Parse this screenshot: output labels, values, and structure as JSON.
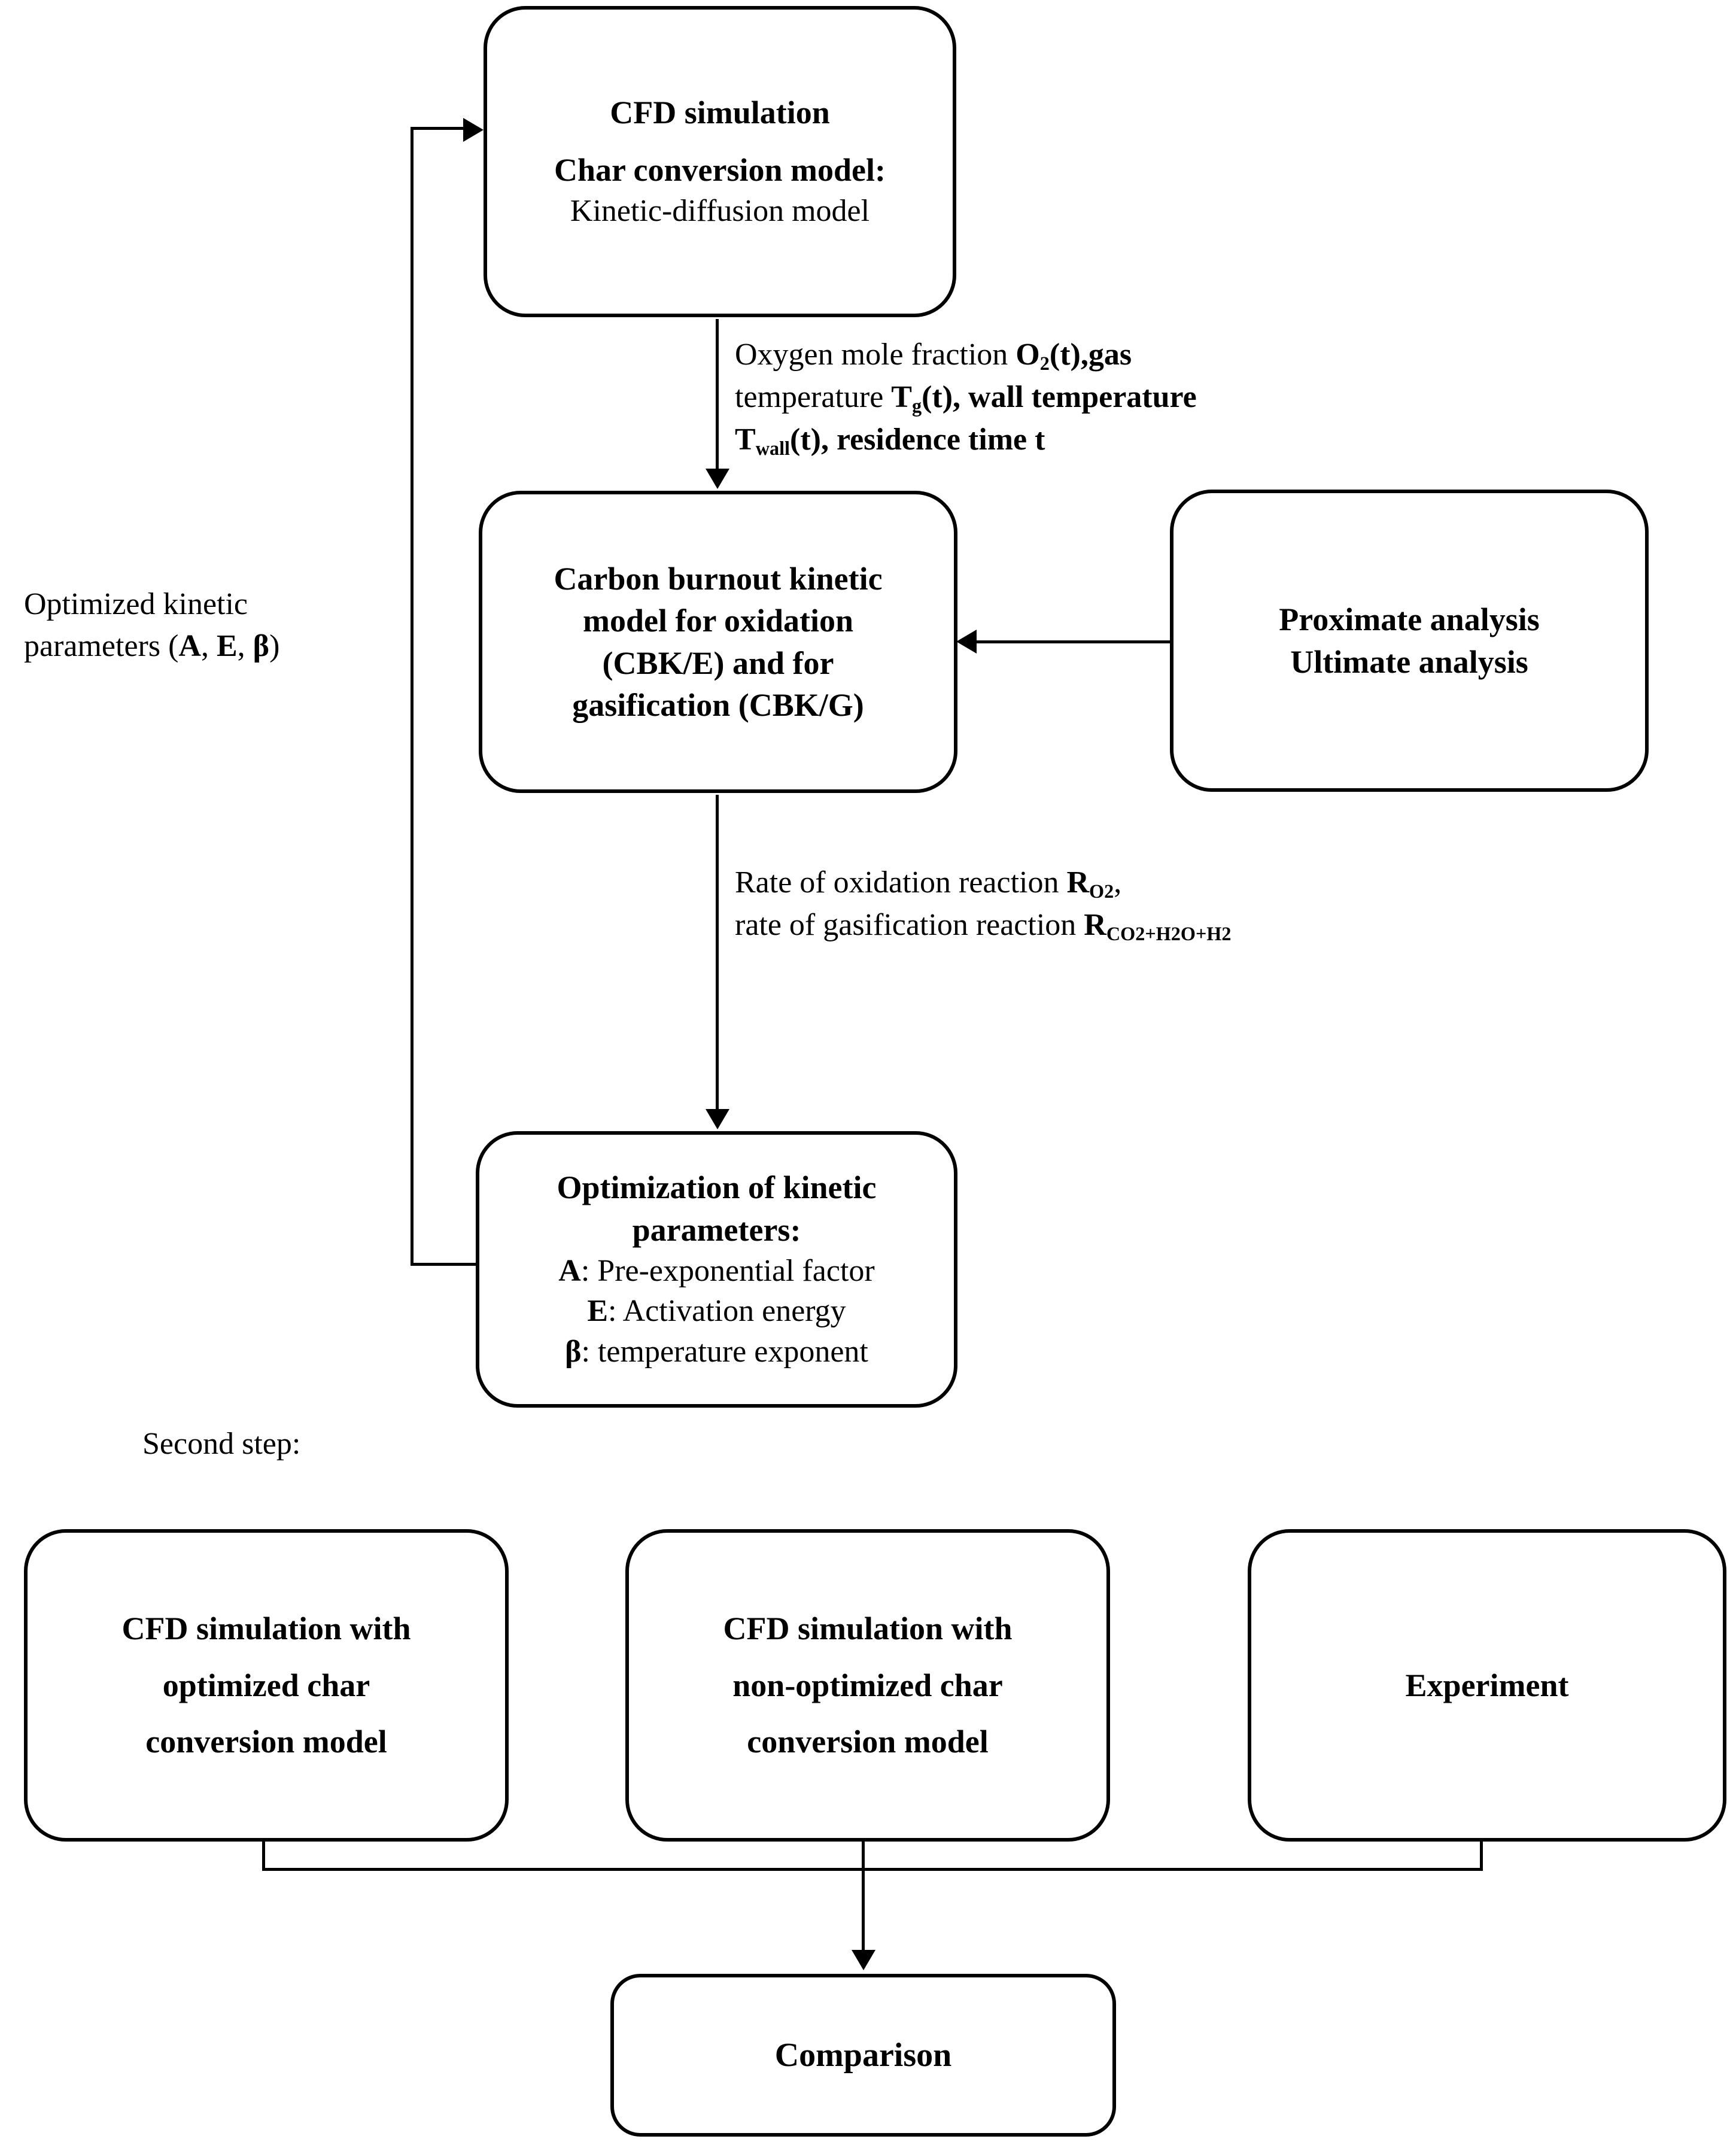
{
  "diagram": {
    "title": "Two-step CFD char conversion kinetic optimization workflow",
    "stroke_color": "#000000",
    "background_color": "#ffffff"
  },
  "nodes": {
    "cfd_simulation": {
      "line1": "CFD simulation",
      "line2": "Char conversion model:",
      "line3": "Kinetic-diffusion model"
    },
    "carbon_burnout": {
      "line1": "Carbon burnout kinetic",
      "line2": "model for oxidation",
      "line3": "(CBK/E) and for",
      "line4": "gasification (CBK/G)"
    },
    "analysis": {
      "line1": "Proximate analysis",
      "line2": "Ultimate analysis"
    },
    "optimization": {
      "line1": "Optimization of kinetic",
      "line2": "parameters:",
      "param_a_symbol": "A",
      "param_a_text": ": Pre-exponential factor",
      "param_e_symbol": "E",
      "param_e_text": ": Activation energy",
      "param_b_symbol": "β",
      "param_b_text": ": temperature exponent"
    },
    "cfd_optimized": {
      "line1": "CFD simulation with",
      "line2": "optimized char",
      "line3": "conversion model"
    },
    "cfd_non_optimized": {
      "line1": "CFD simulation with",
      "line2": "non-optimized char",
      "line3": "conversion model"
    },
    "experiment": {
      "line1": "Experiment"
    },
    "comparison": {
      "line1": "Comparison"
    }
  },
  "labels": {
    "feedback": {
      "line1": "Optimized kinetic",
      "line2_pre": "parameters (",
      "line2_a": "A",
      "line2_sep1": ", ",
      "line2_e": "E",
      "line2_sep2": ", ",
      "line2_b": "β",
      "line2_post": ")"
    },
    "cfd_to_cbk": {
      "l1_pre": "Oxygen mole fraction ",
      "l1_sym": "O",
      "l1_sub": "2",
      "l1_post": "(t),gas",
      "l2_pre": "temperature ",
      "l2_sym": "T",
      "l2_sub": "g",
      "l2_mid": "(t), wall temperature",
      "l3_sym": "T",
      "l3_sub": "wall",
      "l3_post": "(t), residence time ",
      "l3_t": "t"
    },
    "cbk_to_opt": {
      "l1_pre": "Rate of oxidation reaction ",
      "l1_sym": "R",
      "l1_sub": "O2",
      "l1_post": ",",
      "l2_pre": "rate of gasification reaction ",
      "l2_sym": "R",
      "l2_sub": "CO2+H2O+H2"
    },
    "second_step": "Second step:"
  }
}
